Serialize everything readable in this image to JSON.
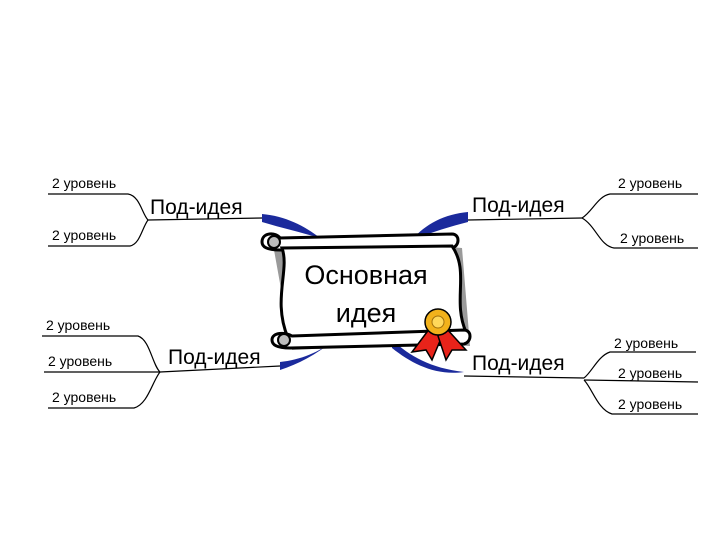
{
  "diagram": {
    "central": {
      "line1": "Основная",
      "line2": "идея"
    },
    "branches": [
      {
        "label": "Под-идея",
        "children": [
          "2 уровень",
          "2 уровень"
        ]
      },
      {
        "label": "Под-идея",
        "children": [
          "2 уровень",
          "2 уровень"
        ]
      },
      {
        "label": "Под-идея",
        "children": [
          "2 уровень",
          "2 уровень",
          "2 уровень"
        ]
      },
      {
        "label": "Под-идея",
        "children": [
          "2 уровень",
          "2 уровень",
          "2 уровень"
        ]
      }
    ]
  },
  "colors": {
    "branch_swoosh": "#1b2a9c",
    "scroll_fill": "#ffffff",
    "scroll_shadow": "#9a9a9a",
    "ribbon": "#e8231a",
    "medal": "#f2b21b"
  }
}
